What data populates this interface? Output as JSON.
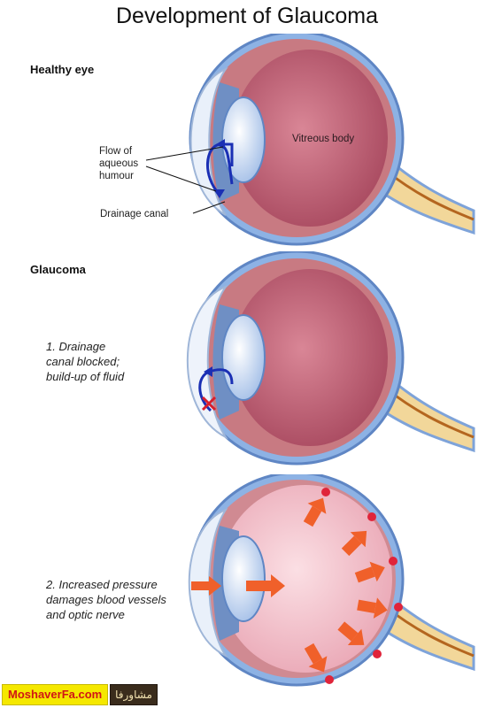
{
  "title": "Development of Glaucoma",
  "sections": {
    "healthy": {
      "heading": "Healthy eye",
      "labels": {
        "vitreous": "Vitreous body",
        "flow": "Flow of\naqueous\nhumour",
        "drainage": "Drainage canal"
      }
    },
    "glaucoma": {
      "heading": "Glaucoma",
      "step1": "1. Drainage\ncanal blocked;\nbuild-up of fluid",
      "step2": "2. Increased pressure\ndamages blood vessels\nand optic nerve"
    }
  },
  "footer": {
    "brand": "MoshaverFa.com",
    "brand_fa": "مشاورفا"
  },
  "colors": {
    "sclera": "#7ea3d9",
    "choroid": "#c0707a",
    "vitreous": "#c26679",
    "vitreous_pressure": "#f3c3cc",
    "optic_nerve": "#f2d79a",
    "flow_arrow": "#1a2fb4",
    "pressure_arrow": "#f0602a",
    "blockage": "#d81e2d"
  }
}
